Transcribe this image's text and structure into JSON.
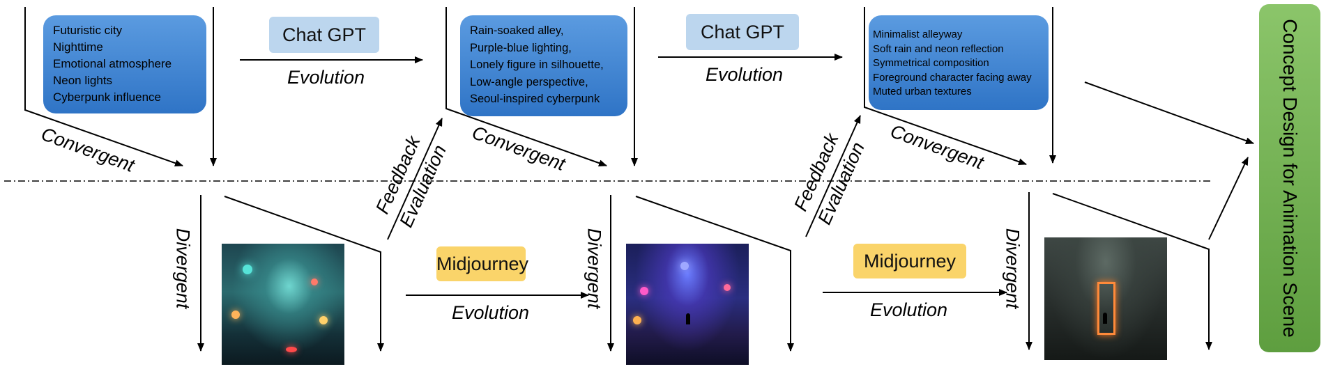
{
  "prompts": [
    {
      "lines": [
        "Futuristic city",
        "Nighttime",
        "Emotional atmosphere",
        "Neon lights",
        "Cyberpunk influence"
      ]
    },
    {
      "lines": [
        "Rain-soaked alley,",
        "Purple-blue lighting,",
        "Lonely figure in silhouette,",
        "Low-angle perspective,",
        "Seoul-inspired cyberpunk"
      ]
    },
    {
      "lines": [
        "Minimalist alleyway",
        "Soft rain and neon reflection",
        "Symmetrical composition",
        "Foreground character facing away",
        "Muted urban textures"
      ]
    }
  ],
  "tools": {
    "chatgpt": "Chat GPT",
    "midjourney": "Midjourney"
  },
  "labels": {
    "evolution": "Evolution",
    "convergent": "Convergent",
    "divergent": "Divergent",
    "feedback": "Feedback",
    "evaluation": "Evaluation"
  },
  "concept": "Concept Design for Animation Scene",
  "colors": {
    "prompt_box": "#3f86d6",
    "chatgpt_box": "#bcd6ee",
    "midjourney_box": "#fad46a",
    "concept_box": "#72b050"
  }
}
